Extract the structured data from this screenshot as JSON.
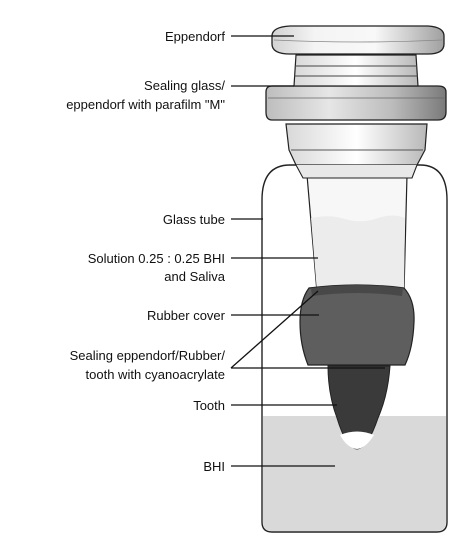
{
  "labels": {
    "eppendorf": "Eppendorf",
    "sealing_glass_1": "Sealing glass/",
    "sealing_glass_2": "eppendorf with parafilm \"M\"",
    "glass_tube": "Glass tube",
    "solution_1": "Solution 0.25 : 0.25 BHI",
    "solution_2": "and Saliva",
    "rubber_cover": "Rubber cover",
    "sealing_rubber_1": "Sealing eppendorf/Rubber/",
    "sealing_rubber_2": "tooth with cyanoacrylate",
    "tooth": "Tooth",
    "bhi": "BHI"
  },
  "colors": {
    "outline": "#222222",
    "cap_fill": "#e8e8e8",
    "cap_shade": "#9a9a9a",
    "rubber_fill": "#5e5e5e",
    "tooth_fill": "#3a3a3a",
    "bhi_fill": "#d9d9d9",
    "solution_fill": "#ececec"
  }
}
